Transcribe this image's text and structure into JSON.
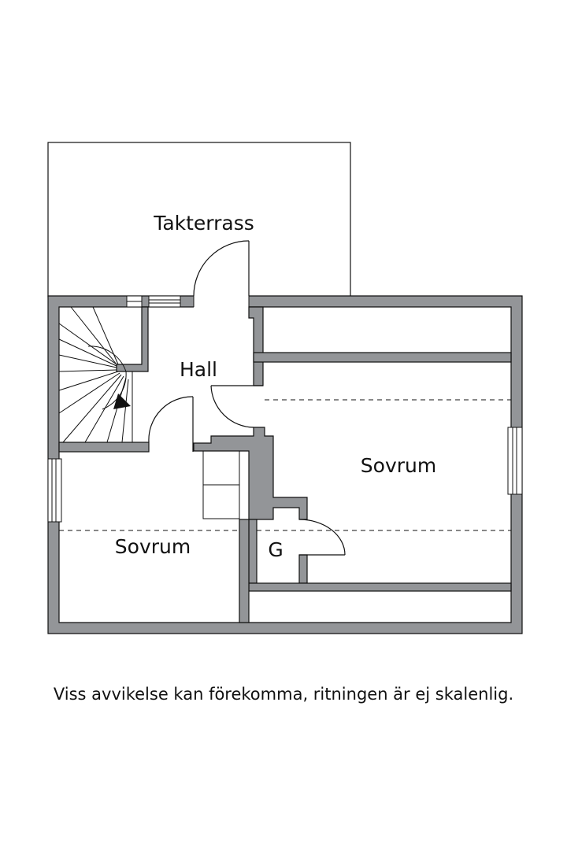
{
  "rooms": {
    "terrace": "Takterrass",
    "hall": "Hall",
    "bedroom_right": "Sovrum",
    "bedroom_left": "Sovrum",
    "closet": "G"
  },
  "disclaimer": "Viss avvikelse kan förekomma, ritningen är ej skalenlig.",
  "colors": {
    "wall": "#939598",
    "line": "#111111",
    "background": "#ffffff"
  }
}
